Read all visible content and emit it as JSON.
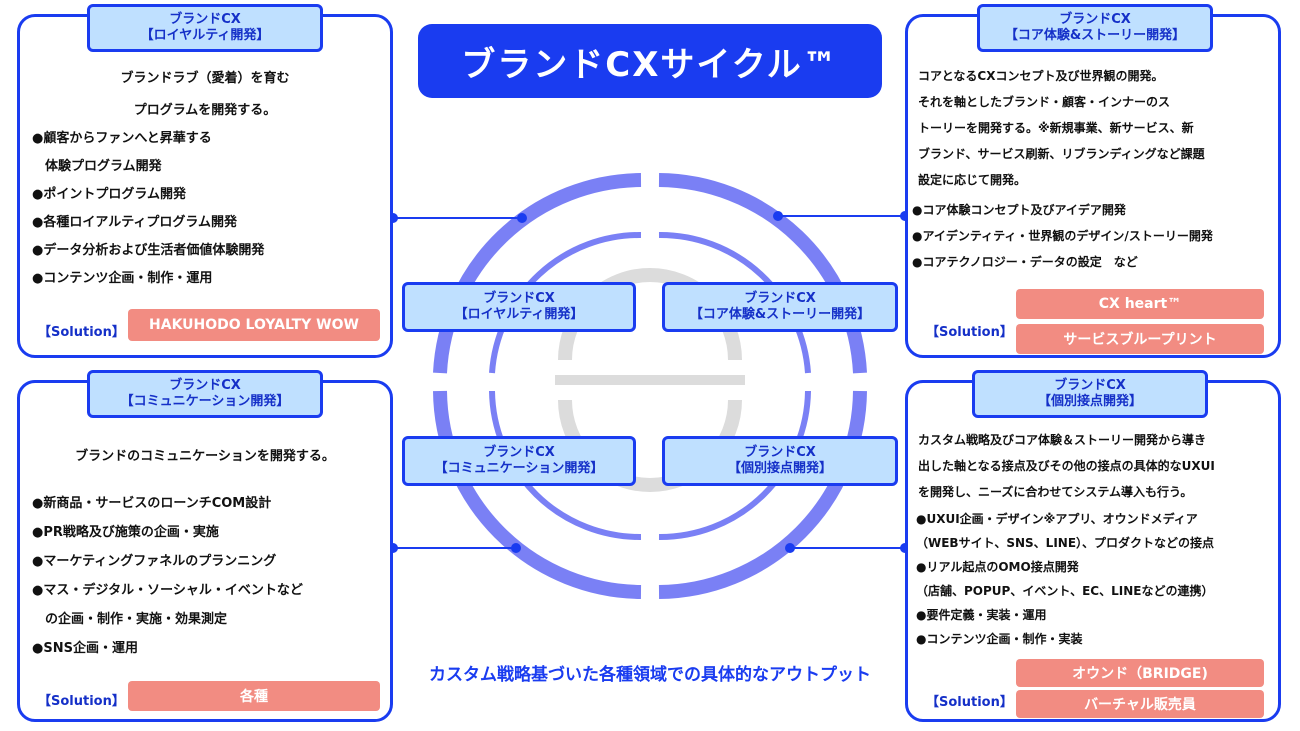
{
  "title": "ブランドCXサイクル™",
  "caption": "カスタム戦略基づいた各種領域での具体的なアウトプット",
  "solution_label": "【Solution】",
  "center_labels": {
    "loyalty": [
      "ブランドCX",
      "【ロイヤルティ開発】"
    ],
    "core": [
      "ブランドCX",
      "【コア体験&ストーリー開発】"
    ],
    "comm": [
      "ブランドCX",
      "【コミュニケーション開発】"
    ],
    "touch": [
      "ブランドCX",
      "【個別接点開発】"
    ]
  },
  "panels": {
    "loyalty": {
      "tab": [
        "ブランドCX",
        "【ロイヤルティ開発】"
      ],
      "intro": [
        "ブランドラブ（愛着）を育む",
        "プログラムを開発する。"
      ],
      "items": [
        "●顧客からファンへと昇華する",
        "　体験プログラム開発",
        "●ポイントプログラム開発",
        "●各種ロイアルティプログラム開発",
        "●データ分析および生活者価値体験開発",
        "●コンテンツ企画・制作・運用"
      ],
      "solutions": [
        "HAKUHODO LOYALTY WOW"
      ]
    },
    "core": {
      "tab": [
        "ブランドCX",
        "【コア体験&ストーリー開発】"
      ],
      "intro": [
        "コアとなるCXコンセプト及び世界観の開発。",
        "それを軸としたブランド・顧客・インナーのス",
        "トーリーを開発する。※新規事業、新サービス、新",
        "ブランド、サービス刷新、リブランディングなど課題",
        "設定に応じて開発。"
      ],
      "items": [
        "●コア体験コンセプト及びアイデア開発",
        "●アイデンティティ・世界観のデザイン/ストーリー開発",
        "●コアテクノロジー・データの設定　など"
      ],
      "solutions": [
        "CX heart™",
        "サービスブループリント"
      ]
    },
    "comm": {
      "tab": [
        "ブランドCX",
        "【コミュニケーション開発】"
      ],
      "intro": [
        "ブランドのコミュニケーションを開発する。"
      ],
      "items": [
        "●新商品・サービスのローンチCOM設計",
        "●PR戦略及び施策の企画・実施",
        "●マーケティングファネルのプランニング",
        "●マス・デジタル・ソーシャル・イベントなど",
        "　の企画・制作・実施・効果測定",
        "●SNS企画・運用"
      ],
      "solutions": [
        "各種"
      ]
    },
    "touch": {
      "tab": [
        "ブランドCX",
        "【個別接点開発】"
      ],
      "intro": [
        "カスタム戦略及びコア体験＆ストーリー開発から導き",
        "出した軸となる接点及びその他の接点の具体的なUXUI",
        "を開発し、ニーズに合わせてシステム導入も行う。"
      ],
      "items": [
        "●UXUI企画・デザイン※アプリ、オウンドメディア",
        "（WEBサイト、SNS、LINE）、プロダクトなどの接点",
        "●リアル起点のOMO接点開発",
        "（店舗、POPUP、イベント、EC、LINEなどの連携）",
        "●要件定義・実装・運用",
        "●コンテンツ企画・制作・実装"
      ],
      "solutions": [
        "オウンド（BRIDGE)",
        "バーチャル販売員"
      ]
    }
  },
  "colors": {
    "accent": "#1a3cf0",
    "tab_fill": "#bfe0ff",
    "ring": "#7a80f5",
    "solution": "#f28c82",
    "inner_ring": "#d9d9d9"
  }
}
